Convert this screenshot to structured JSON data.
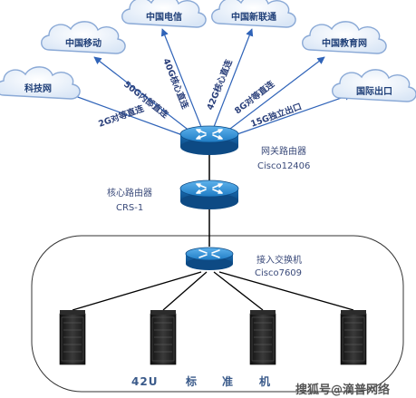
{
  "clouds": [
    {
      "id": "keji",
      "label": "科技网"
    },
    {
      "id": "yidong",
      "label": "中国移动"
    },
    {
      "id": "dianxin",
      "label": "中国电信"
    },
    {
      "id": "xinliantong",
      "label": "中国新联通"
    },
    {
      "id": "jiaoyu",
      "label": "中国教育网"
    },
    {
      "id": "guoji",
      "label": "国际出口"
    }
  ],
  "links": [
    {
      "label": "2G对等直连"
    },
    {
      "label": "50G内部直连"
    },
    {
      "label": "40G核心直连"
    },
    {
      "label": "42G核心直连"
    },
    {
      "label": "8G对等直连"
    },
    {
      "label": "15G独立出口"
    }
  ],
  "gateway": {
    "name": "网关路由器",
    "model": "Cisco12406"
  },
  "core": {
    "name": "核心路由器",
    "model": "CRS-1"
  },
  "access": {
    "name": "接入交换机",
    "model": "Cisco7609"
  },
  "racks": {
    "count": 4,
    "label": [
      "42U",
      "标",
      "准",
      "机"
    ]
  },
  "watermark": "搜狐号@滴普网络",
  "colors": {
    "line": "#2f63b8",
    "cloud_edge": "#8aa9d6",
    "router": "#1a6fb5",
    "rack": "#222222"
  }
}
